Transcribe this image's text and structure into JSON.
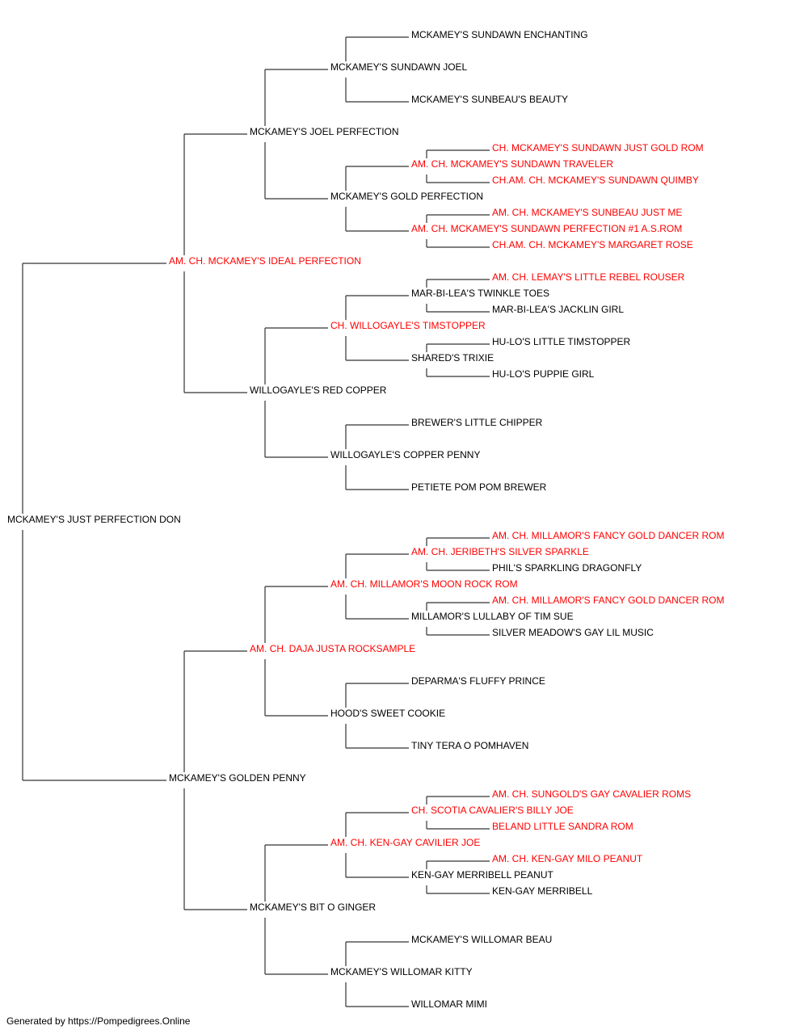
{
  "colors": {
    "line": "#333333",
    "champion": "#ff0000",
    "regular": "#000000"
  },
  "pedigree": {
    "name": "MCKAMEY'S JUST PERFECTION DON",
    "champion": false,
    "sire": {
      "name": "AM. CH. MCKAMEY'S IDEAL PERFECTION",
      "champion": true,
      "sire": {
        "name": "MCKAMEY'S JOEL PERFECTION",
        "champion": false,
        "sire": {
          "name": "MCKAMEY'S SUNDAWN JOEL",
          "champion": false,
          "sire": {
            "name": "MCKAMEY'S SUNDAWN ENCHANTING",
            "champion": false
          },
          "dam": {
            "name": "MCKAMEY'S SUNBEAU'S BEAUTY",
            "champion": false
          }
        },
        "dam": {
          "name": "MCKAMEY'S GOLD PERFECTION",
          "champion": false,
          "sire": {
            "name": "AM. CH. MCKAMEY'S SUNDAWN TRAVELER",
            "champion": true,
            "sire": {
              "name": "CH. MCKAMEY'S SUNDAWN JUST GOLD ROM",
              "champion": true
            },
            "dam": {
              "name": "CH.AM. CH. MCKAMEY'S SUNDAWN QUIMBY",
              "champion": true
            }
          },
          "dam": {
            "name": "AM. CH. MCKAMEY'S SUNDAWN PERFECTION #1 A.S.ROM",
            "champion": true,
            "sire": {
              "name": "AM. CH. MCKAMEY'S SUNBEAU JUST ME",
              "champion": true
            },
            "dam": {
              "name": "CH.AM. CH. MCKAMEY'S MARGARET ROSE",
              "champion": true
            }
          }
        }
      },
      "dam": {
        "name": "WILLOGAYLE'S RED COPPER",
        "champion": false,
        "sire": {
          "name": "CH. WILLOGAYLE'S TIMSTOPPER",
          "champion": true,
          "sire": {
            "name": "MAR-BI-LEA'S TWINKLE TOES",
            "champion": false,
            "sire": {
              "name": "AM. CH. LEMAY'S LITTLE REBEL ROUSER",
              "champion": true
            },
            "dam": {
              "name": "MAR-BI-LEA'S JACKLIN GIRL",
              "champion": false
            }
          },
          "dam": {
            "name": "SHARED'S TRIXIE",
            "champion": false,
            "sire": {
              "name": "HU-LO'S LITTLE TIMSTOPPER",
              "champion": false
            },
            "dam": {
              "name": "HU-LO'S PUPPIE GIRL",
              "champion": false
            }
          }
        },
        "dam": {
          "name": "WILLOGAYLE'S COPPER PENNY",
          "champion": false,
          "sire": {
            "name": "BREWER'S LITTLE CHIPPER",
            "champion": false
          },
          "dam": {
            "name": "PETIETE POM POM BREWER",
            "champion": false
          }
        }
      }
    },
    "dam": {
      "name": "MCKAMEY'S GOLDEN PENNY",
      "champion": false,
      "sire": {
        "name": "AM. CH. DAJA JUSTA ROCKSAMPLE",
        "champion": true,
        "sire": {
          "name": "AM. CH. MILLAMOR'S MOON ROCK ROM",
          "champion": true,
          "sire": {
            "name": "AM. CH. JERIBETH'S SILVER SPARKLE",
            "champion": true,
            "sire": {
              "name": "AM. CH. MILLAMOR'S FANCY GOLD DANCER ROM",
              "champion": true
            },
            "dam": {
              "name": "PHIL'S SPARKLING DRAGONFLY",
              "champion": false
            }
          },
          "dam": {
            "name": "MILLAMOR'S LULLABY OF TIM SUE",
            "champion": false,
            "sire": {
              "name": "AM. CH. MILLAMOR'S FANCY GOLD DANCER ROM",
              "champion": true
            },
            "dam": {
              "name": "SILVER MEADOW'S GAY LIL MUSIC",
              "champion": false
            }
          }
        },
        "dam": {
          "name": "HOOD'S SWEET COOKIE",
          "champion": false,
          "sire": {
            "name": "DEPARMA'S FLUFFY PRINCE",
            "champion": false
          },
          "dam": {
            "name": "TINY TERA O POMHAVEN",
            "champion": false
          }
        }
      },
      "dam": {
        "name": "MCKAMEY'S BIT O GINGER",
        "champion": false,
        "sire": {
          "name": "AM. CH. KEN-GAY CAVILIER JOE",
          "champion": true,
          "sire": {
            "name": "CH. SCOTIA CAVALIER'S BILLY JOE",
            "champion": true,
            "sire": {
              "name": "AM. CH. SUNGOLD'S GAY CAVALIER ROMS",
              "champion": true
            },
            "dam": {
              "name": "BELAND LITTLE SANDRA ROM",
              "champion": true
            }
          },
          "dam": {
            "name": "KEN-GAY MERRIBELL PEANUT",
            "champion": false,
            "sire": {
              "name": "AM. CH. KEN-GAY MILO PEANUT",
              "champion": true
            },
            "dam": {
              "name": "KEN-GAY MERRIBELL",
              "champion": false
            }
          }
        },
        "dam": {
          "name": "MCKAMEY'S WILLOMAR KITTY",
          "champion": false,
          "sire": {
            "name": "MCKAMEY'S WILLOMAR BEAU",
            "champion": false
          },
          "dam": {
            "name": "WILLOMAR MIMI",
            "champion": false
          }
        }
      }
    }
  },
  "footer": "Generated by https://Pompedigrees.Online"
}
